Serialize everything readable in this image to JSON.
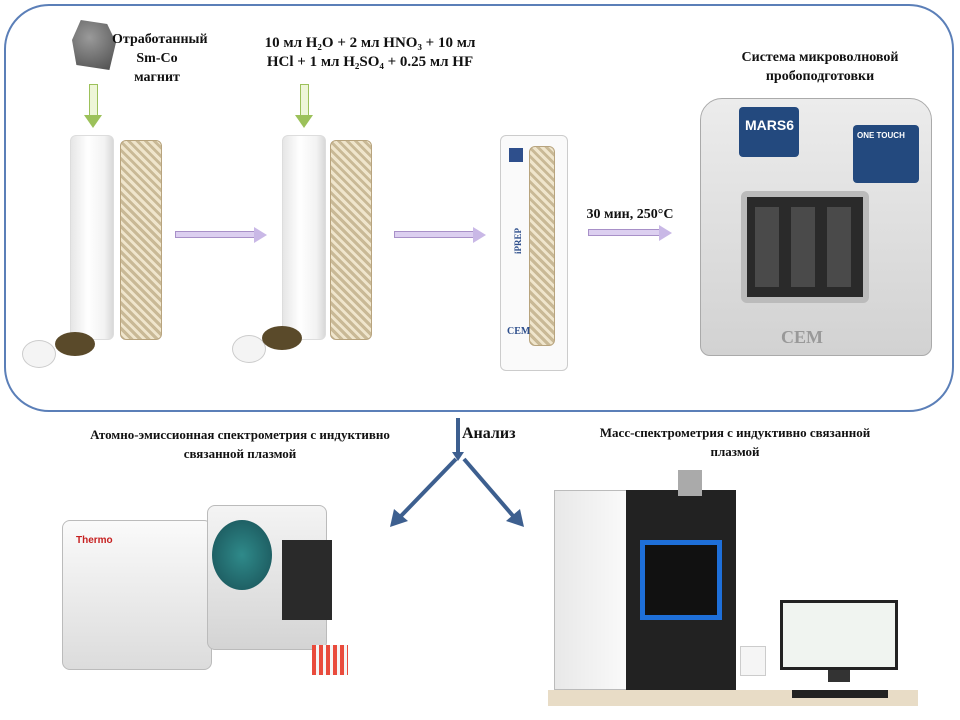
{
  "labels": {
    "magnet": [
      "Отработанный",
      "Sm-Co",
      "магнит"
    ],
    "reagents": {
      "line1": "10 мл H₂O +  2 мл HNO₃ + 10 мл",
      "line2": "HCl + 1 мл H₂SO₄ + 0.25 мл HF"
    },
    "microwave_system": [
      "Система микроволновой",
      "пробоподготовки"
    ],
    "conditions": "30 мин, 250°C",
    "analysis": "Анализ",
    "icp_aes": [
      "Атомно-эмиссионная спектрометрия с индуктивно",
      "связанной плазмой"
    ],
    "icp_ms": [
      "Масс-спектрометрия с индуктивно связанной",
      "плазмой"
    ]
  },
  "logos": {
    "mars": "MARS6",
    "cem": "CEM",
    "one_touch": "ONE TOUCH",
    "iprep": "iPREP",
    "thermo": "Thermo"
  },
  "colors": {
    "frame": "#5b7fb8",
    "analysis_arrow": "#3d5f8f",
    "step_arrow": "#c9b8e6",
    "down_arrow": "#9cc15a"
  }
}
